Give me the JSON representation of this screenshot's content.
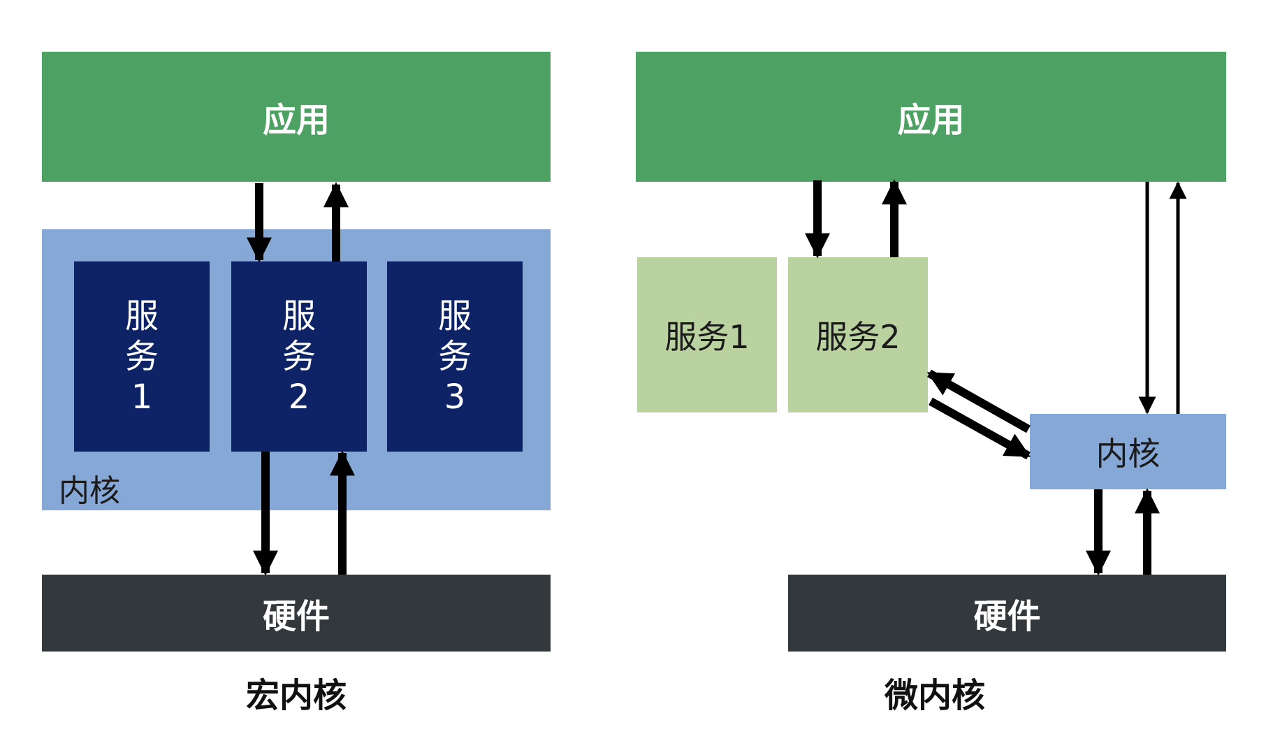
{
  "macro": {
    "app": "应用",
    "kernel_label": "内核",
    "services": [
      {
        "c1": "服",
        "c2": "务",
        "c3": "1"
      },
      {
        "c1": "服",
        "c2": "务",
        "c3": "2"
      },
      {
        "c1": "服",
        "c2": "务",
        "c3": "3"
      }
    ],
    "hardware": "硬件",
    "caption": "宏内核"
  },
  "micro": {
    "app": "应用",
    "service1": "服务1",
    "service2": "服务2",
    "kernel": "内核",
    "hardware": "硬件",
    "caption": "微内核"
  },
  "colors": {
    "app": "#4da263",
    "kernel": "#85a8d6",
    "service_dark": "#0d2366",
    "service_light": "#b9d29f",
    "hardware": "#32383b"
  }
}
